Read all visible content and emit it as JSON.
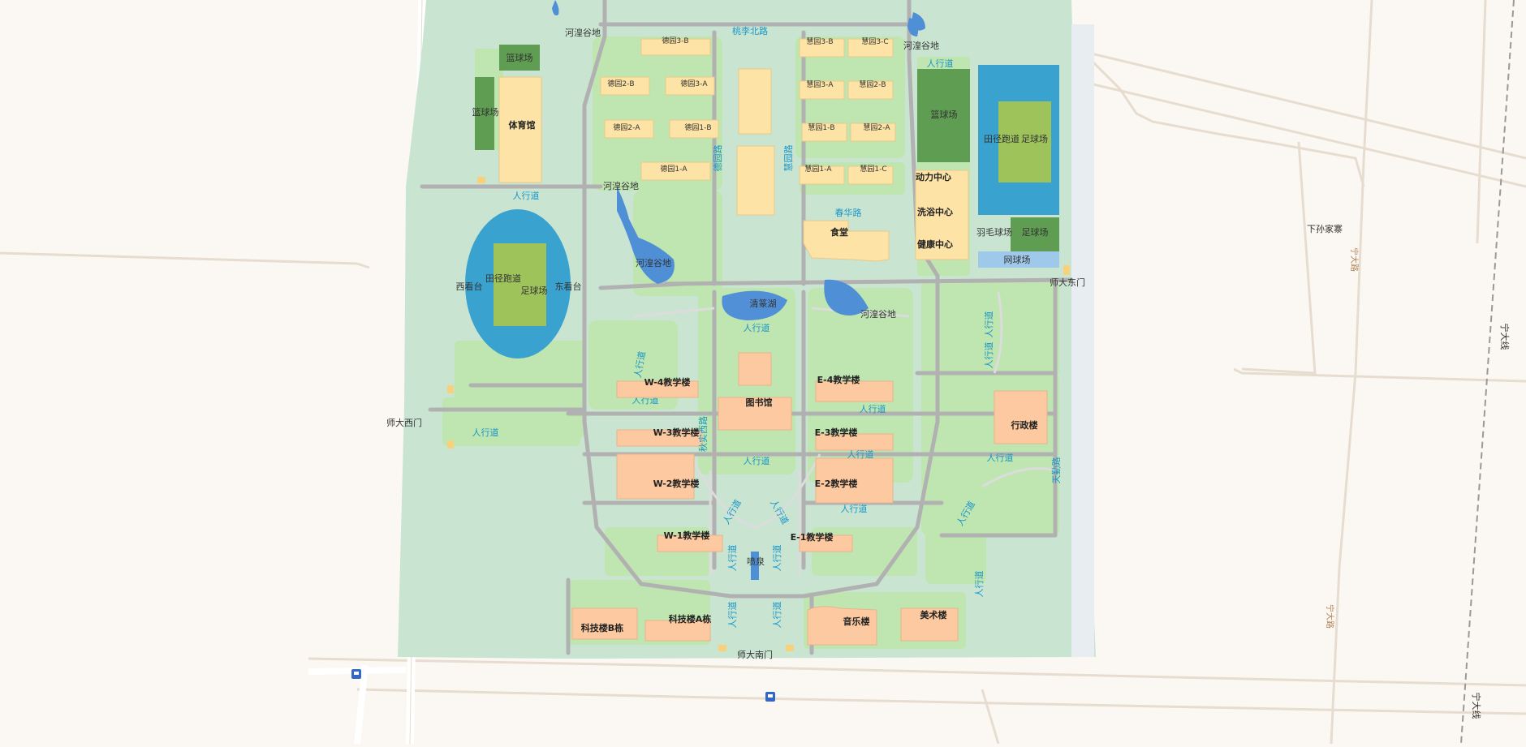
{
  "labels": {
    "basketball_nw": "篮球场",
    "basketball_w": "篮球场",
    "gym": "体育馆",
    "wetland_top": "河湟谷地",
    "wetland_mid": "河湟谷地",
    "wetland_lower": "河湟谷地",
    "wetland_ne": "河湟谷地",
    "wetland_center": "河湟谷地",
    "taoli_road": "桃李北路",
    "dy3b": "德园3-B",
    "dy2b": "德园2-B",
    "dy3a": "德园3-A",
    "dy2a": "德园2-A",
    "dy1b": "德园1-B",
    "dy1a": "德园1-A",
    "hy3b": "慧园3-B",
    "hy3c": "慧园3-C",
    "hy3a": "慧园3-A",
    "hy2b": "慧园2-B",
    "hy1b": "慧园1-B",
    "hy2a": "慧园2-A",
    "hy1a": "慧园1-A",
    "hy1c": "慧园1-C",
    "deyuan_road": "德园路",
    "huiyuan_road": "慧园路",
    "chunhua_road": "春华路",
    "canteen": "食堂",
    "walkway_ne": "人行道",
    "basketball_e": "篮球场",
    "track_e": "田径跑道",
    "football_e": "足球场",
    "power": "动力中心",
    "bath": "洗浴中心",
    "health": "健康中心",
    "badminton": "羽毛球场",
    "football_e2": "足球场",
    "tennis": "网球场",
    "east_gate": "师大东门",
    "walkway_gym": "人行道",
    "west_stand": "西看台",
    "east_stand": "东看台",
    "track_w": "田径跑道",
    "football_w": "足球场",
    "qingyuan_lake": "清篆湖",
    "walkway_lake": "人行道",
    "walkway_w1": "人行道",
    "walkway_w2": "人行道",
    "w4": "W-4教学楼",
    "library": "图书馆",
    "e4": "E-4教学楼",
    "west_gate": "师大西门",
    "walkway_west": "人行道",
    "qiushi_road": "秋实西路",
    "w3": "W-3教学楼",
    "e3": "E-3教学楼",
    "walkway_e1": "人行道",
    "walkway_e2": "人行道",
    "walkway_c": "人行道",
    "admin": "行政楼",
    "walkway_e3": "人行道",
    "walkway_e4": "人行道",
    "walkway_e5": "人行道",
    "tianshan_road": "天勤路",
    "w2": "W-2教学楼",
    "e2": "E-2教学楼",
    "walkway_arc1": "人行道",
    "walkway_arc2": "人行道",
    "walkway_e6": "人行道",
    "w1": "W-1教学楼",
    "e1": "E-1教学楼",
    "fountain": "喷泉",
    "walkway_s1": "人行道",
    "walkway_s2": "人行道",
    "walkway_s3": "人行道",
    "walkway_s4": "人行道",
    "walkway_se": "人行道",
    "tech_b": "科技楼B栋",
    "tech_a": "科技楼A栋",
    "music": "音乐楼",
    "art": "美术楼",
    "south_gate": "师大南门",
    "village": "下孙家寨",
    "ningda_road1": "宁大路",
    "ningda_road2": "宁大路",
    "ningda_line1": "宁大线",
    "ningda_line2": "宁大线"
  },
  "colors": {
    "campus": "#c9e5d2",
    "green": "#bfe6b0",
    "road": "#a9a9a9",
    "building_yellow": "#fde3a5",
    "building_orange": "#fcc9a0",
    "water": "#4f8fd6",
    "track": "#3aa2cf",
    "field": "#9ec35a",
    "court": "#5e9d52"
  }
}
